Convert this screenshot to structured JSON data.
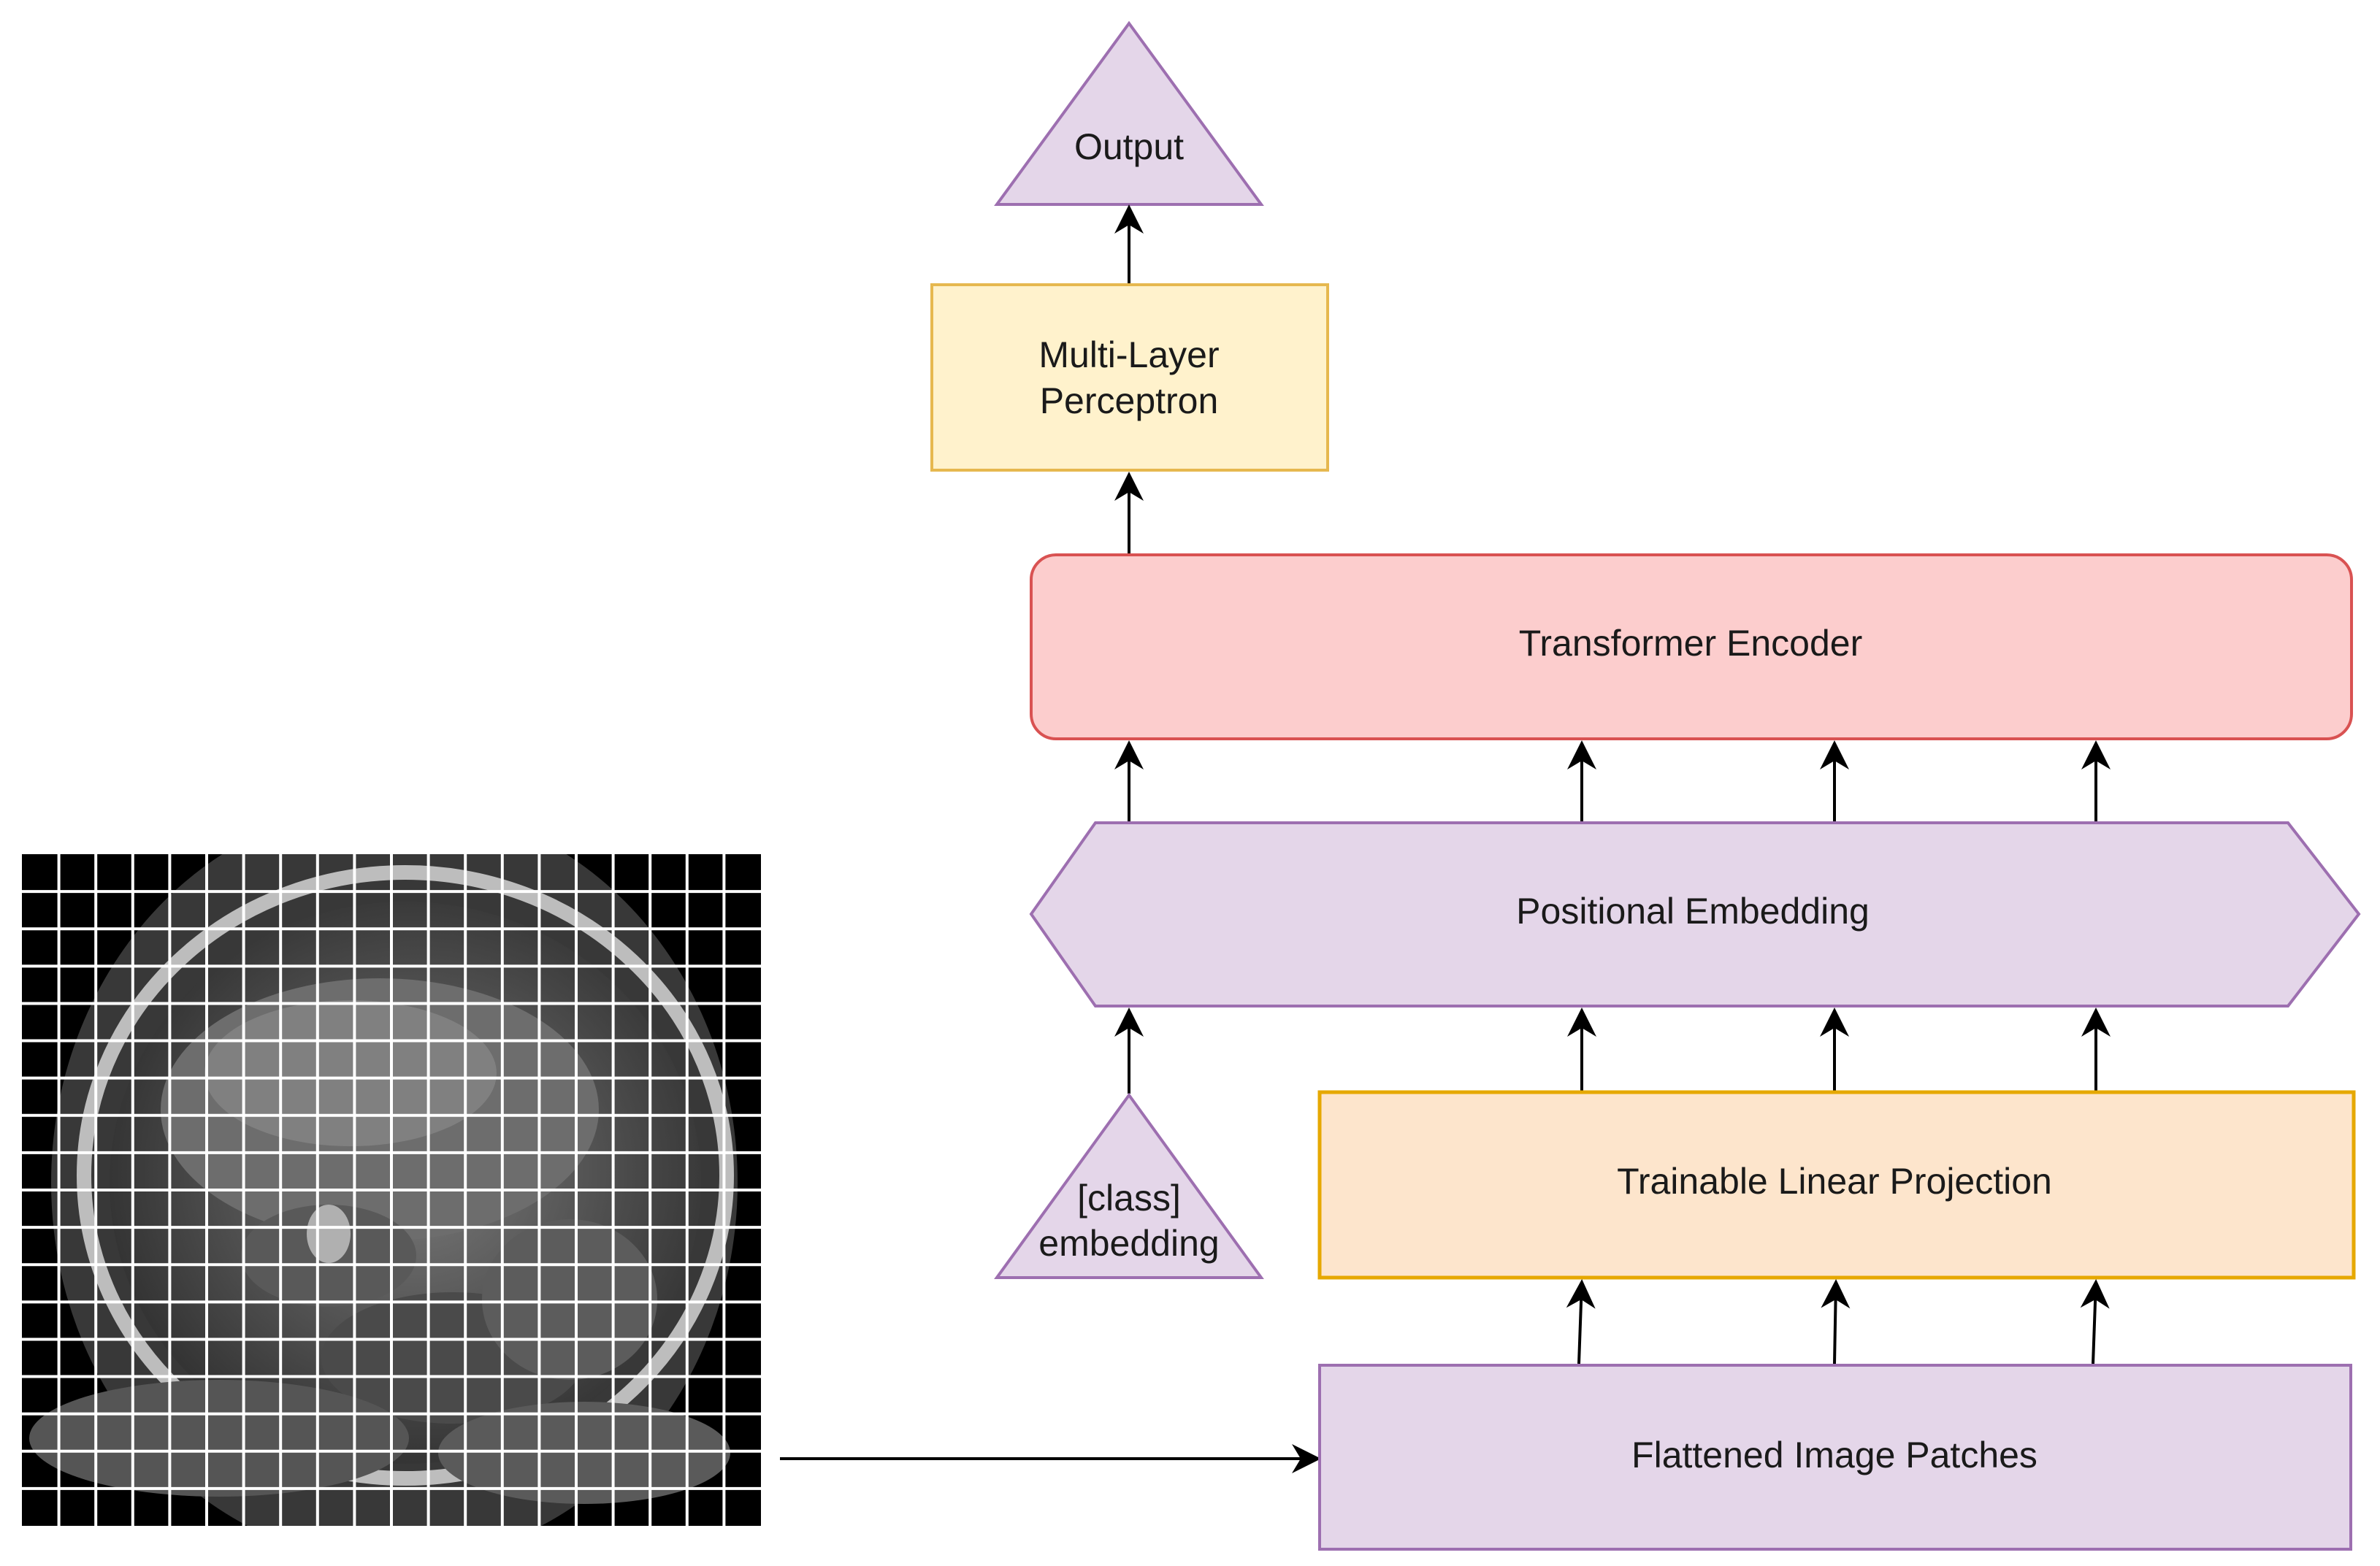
{
  "nodes": {
    "output": {
      "label": "Output",
      "fill": "#e4d6e9",
      "stroke": "#9d6fb0"
    },
    "mlp": {
      "label_line1": "Multi-Layer",
      "label_line2": "Perceptron",
      "fill": "#fff2cc",
      "stroke": "#e6b84f"
    },
    "transformer_encoder": {
      "label": "Transformer Encoder",
      "fill": "#fccdcd",
      "stroke": "#d95252"
    },
    "positional_embedding": {
      "label": "Positional Embedding",
      "fill": "#e4d6e9",
      "stroke": "#9d6fb0"
    },
    "class_embedding": {
      "label_line1": "[class]",
      "label_line2": "embedding",
      "fill": "#e4d6e9",
      "stroke": "#9d6fb0"
    },
    "linear_projection": {
      "label": "Trainable Linear Projection",
      "fill": "#fde5cc",
      "stroke": "#e6a800"
    },
    "flattened_patches": {
      "label": "Flattened Image Patches",
      "fill": "#e4d6e9",
      "stroke": "#9d6fb0"
    }
  },
  "input_image": {
    "grid_columns": 20,
    "grid_rows": 18,
    "grid_line_color": "#ffffff"
  },
  "edge_color": "#000000"
}
